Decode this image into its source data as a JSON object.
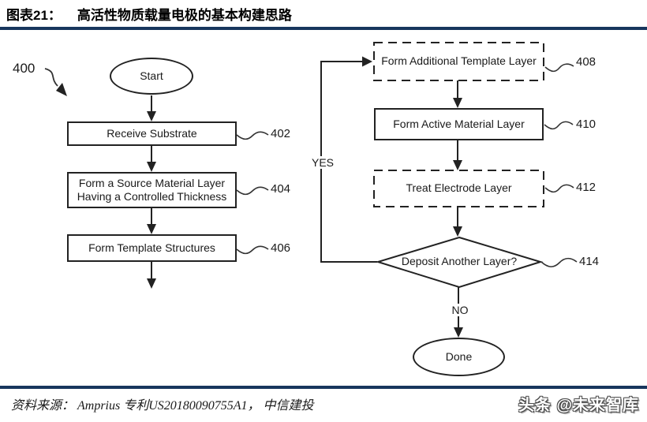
{
  "header": {
    "figure_label": "图表21：",
    "title": "高活性物质载量电极的基本构建思路"
  },
  "flowchart": {
    "diagram_number": "400",
    "nodes": {
      "start": {
        "label": "Start"
      },
      "receive_substrate": {
        "label": "Receive Substrate",
        "ref": "402"
      },
      "source_material": {
        "label": "Form a Source Material Layer Having a Controlled Thickness",
        "ref": "404"
      },
      "template_structures": {
        "label": "Form Template Structures",
        "ref": "406"
      },
      "additional_template": {
        "label": "Form Additional Template Layer",
        "ref": "408"
      },
      "active_material": {
        "label": "Form Active Material Layer",
        "ref": "410"
      },
      "treat_electrode": {
        "label": "Treat Electrode Layer",
        "ref": "412"
      },
      "deposit_another": {
        "label": "Deposit Another Layer?",
        "ref": "414"
      },
      "done": {
        "label": "Done"
      }
    },
    "branch_labels": {
      "yes": "YES",
      "no": "NO"
    }
  },
  "footer": {
    "source": "资料来源： Amprius 专利US20180090755A1， 中信建投",
    "watermark": "头条 @未来智库"
  },
  "colors": {
    "rule": "#17365d",
    "line": "#222222"
  }
}
